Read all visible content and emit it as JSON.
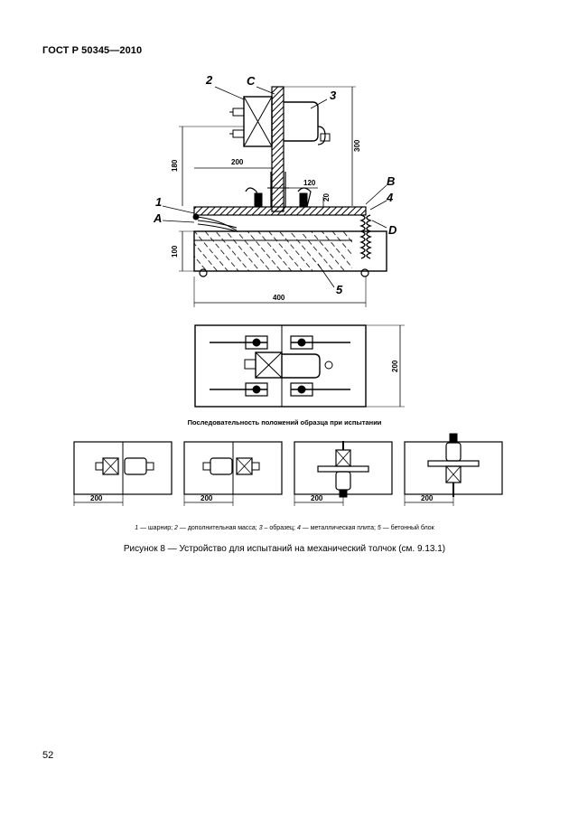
{
  "header": {
    "standard": "ГОСТ Р 50345—2010"
  },
  "main_drawing": {
    "labels": {
      "n2": "2",
      "c": "C",
      "n3": "3",
      "n1": "1",
      "a": "A",
      "b": "B",
      "n4": "4",
      "d": "D",
      "n5": "5"
    },
    "dims": {
      "d300": "300",
      "d180": "180",
      "d200": "200",
      "d120": "120",
      "d20": "20",
      "d100": "100",
      "d400": "400"
    }
  },
  "top_view": {
    "dim_200": "200"
  },
  "sequence": {
    "title": "Последовательность положений образца при испытании",
    "views": [
      {
        "dim": "200"
      },
      {
        "dim": "200"
      },
      {
        "dim": "200"
      },
      {
        "dim": "200"
      }
    ]
  },
  "legend": [
    {
      "num": "1",
      "text": " — шарнир; "
    },
    {
      "num": "2",
      "text": " — дополнительная масса; "
    },
    {
      "num": "3",
      "text": " – образец; "
    },
    {
      "num": "4",
      "text": " — металлическая плита; "
    },
    {
      "num": "5",
      "text": " — бетонный блок"
    }
  ],
  "caption": "Рисунок 8 — Устройство для испытаний на механический толчок (см. 9.13.1)",
  "page_number": "52"
}
